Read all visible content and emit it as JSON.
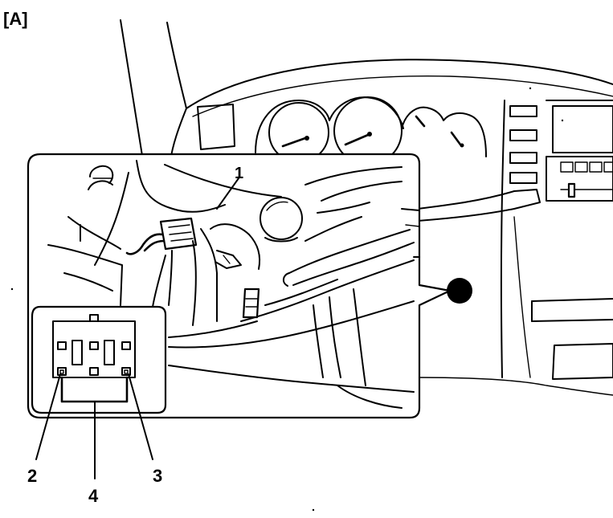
{
  "figure_label": "[A]",
  "callouts": {
    "c1": "1",
    "c2": "2",
    "c3": "3",
    "c4": "4"
  }
}
